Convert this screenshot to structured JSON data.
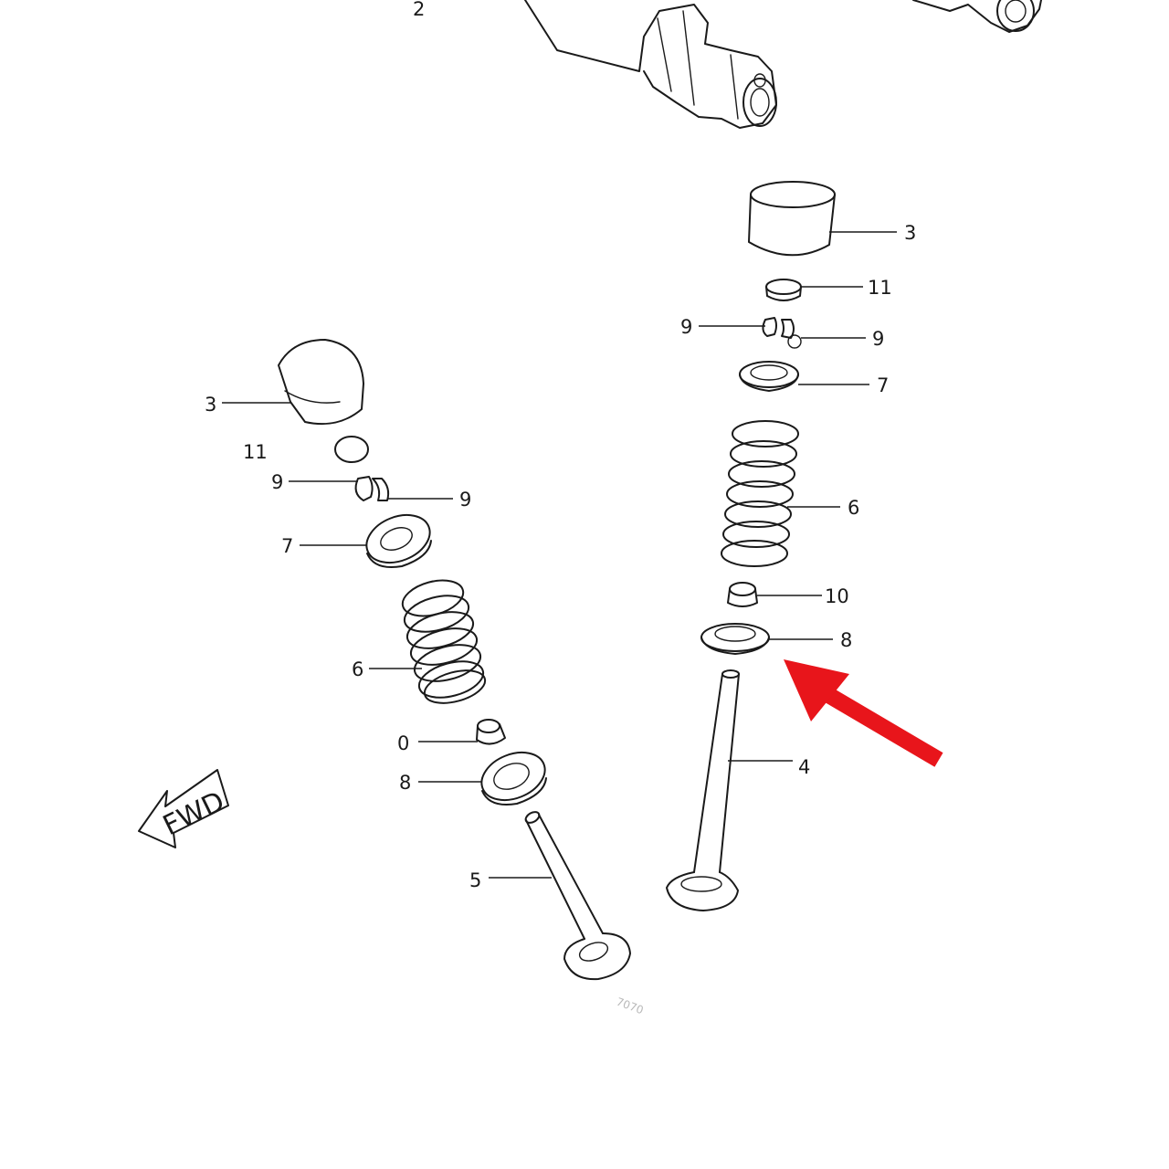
{
  "callouts": {
    "camshaft_left": "2",
    "tappet_right": "3",
    "shim_right": "11",
    "cotter_right_a": "9",
    "cotter_right_b": "9",
    "retainer_right": "7",
    "spring_right": "6",
    "seal_right": "10",
    "seat_right": "8",
    "valve_right": "4",
    "tappet_left": "3",
    "shim_left": "11",
    "cotter_left_a": "9",
    "cotter_left_b": "9",
    "retainer_left": "7",
    "spring_left": "6",
    "seal_left": "0",
    "seat_left": "8",
    "valve_left": "5"
  },
  "fwd_label": "FWD",
  "watermark": "7070",
  "colors": {
    "line": "#1a1a1a",
    "highlight_arrow": "#e8151b",
    "background": "#ffffff"
  }
}
